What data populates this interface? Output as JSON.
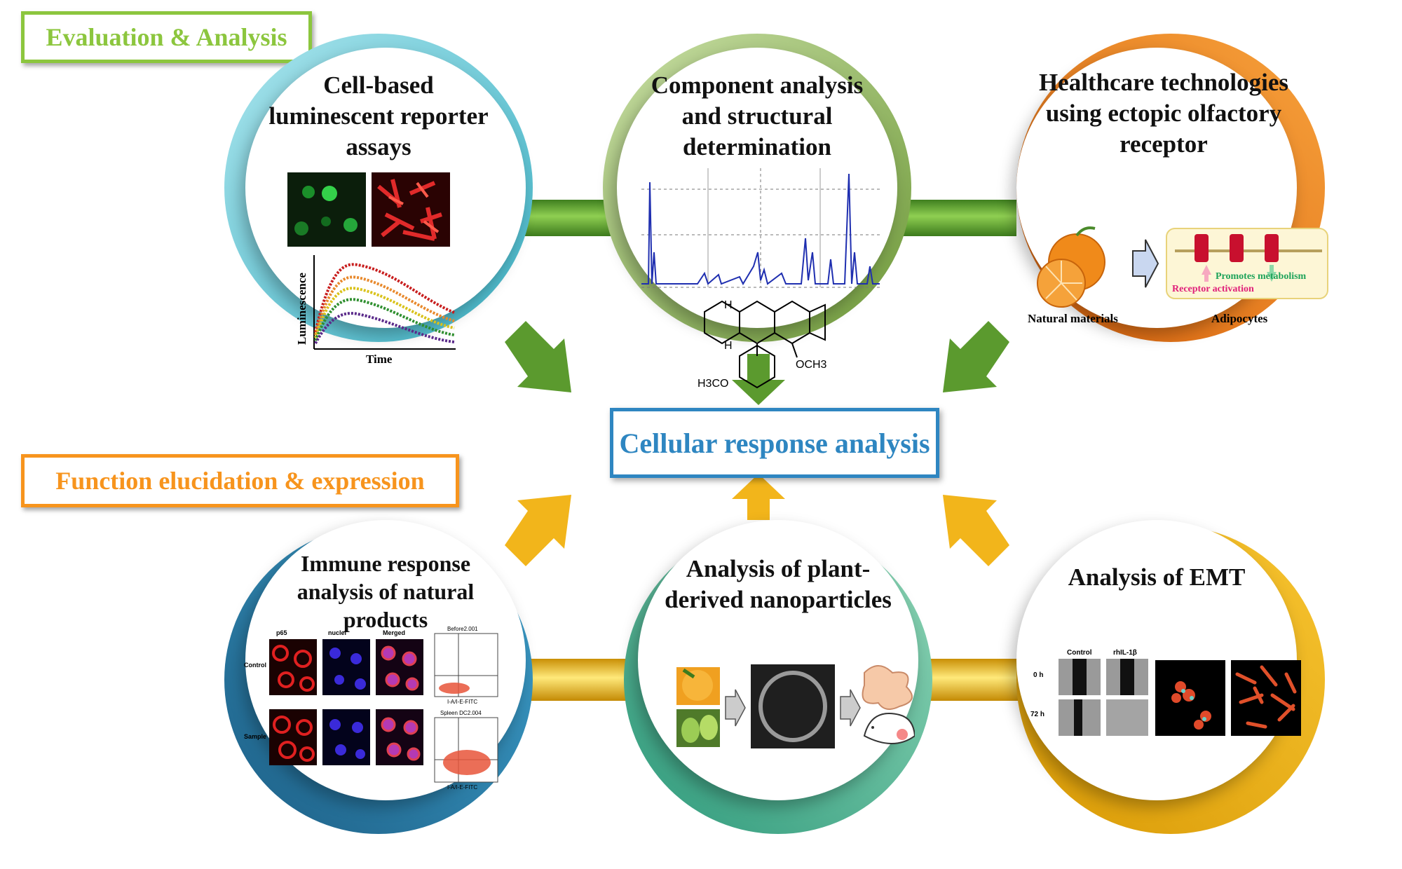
{
  "section_labels": {
    "evaluation": "Evaluation & Analysis",
    "function": "Function elucidation & expression"
  },
  "center": {
    "label": "Cellular response analysis"
  },
  "circles": {
    "c1": {
      "title_lines": [
        "Cell-based",
        "luminescent reporter",
        "assays"
      ],
      "ylabel": "Luminescence",
      "xlabel": "Time"
    },
    "c2": {
      "title_lines": [
        "Component analysis",
        "and structural",
        "determination"
      ],
      "och3": "OCH3",
      "h3co": "H3CO",
      "h": "H"
    },
    "c3": {
      "title_lines": [
        "Healthcare technologies",
        "using ectopic olfactory",
        "receptor"
      ],
      "natural_materials": "Natural materials",
      "adipocytes": "Adipocytes",
      "promotes_metabolism": "Promotes metabolism",
      "receptor_activation": "Receptor activation"
    },
    "c4": {
      "title_lines": [
        "Immune response",
        "analysis of natural",
        "products"
      ],
      "col_headers": [
        "p65",
        "nuclei",
        "Merged"
      ],
      "row_labels": [
        "Control",
        "Sample"
      ],
      "flow_top_title": "Before2.001",
      "flow_bottom_title": "Spleen DC2.004",
      "flow_axis": "I-A/I-E-FITC"
    },
    "c5": {
      "title_lines": [
        "Analysis of plant-",
        "derived nanoparticles"
      ]
    },
    "c6": {
      "title_lines": [
        "Analysis of EMT"
      ],
      "col_headers": [
        "Control",
        "rhIL-1β"
      ],
      "row_labels": [
        "0 h",
        "72 h"
      ]
    }
  },
  "colors": {
    "evaluation": "#8cc63e",
    "function": "#f7941d",
    "center": "#2e86c1",
    "ring_c1": "#6fcbd8",
    "ring_c2": "#a9c97a",
    "ring_c3": "#ef8a1f",
    "ring_c4": "#2580ab",
    "ring_c5": "#5fbf9b",
    "ring_c6": "#f3b51a",
    "arrow_green": "#5b9a2e",
    "arrow_yellow": "#f2b51b"
  }
}
